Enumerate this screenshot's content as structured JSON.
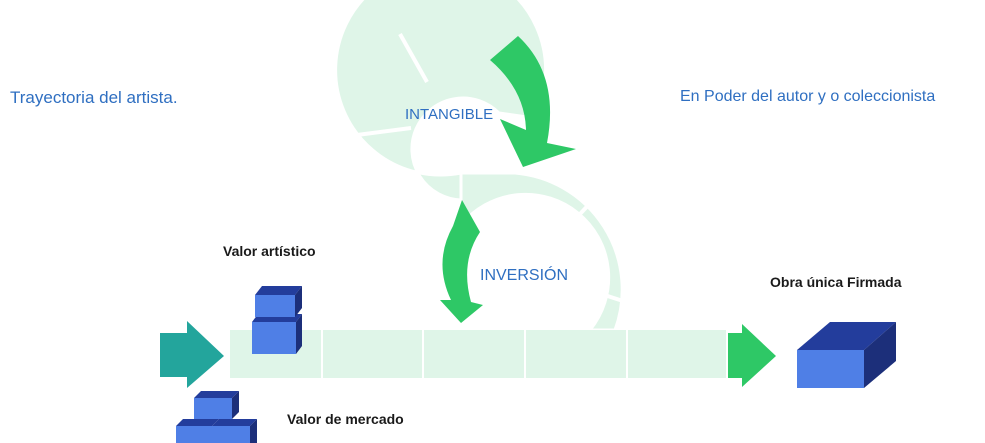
{
  "labels": {
    "trayectoria": "Trayectoria del artista.",
    "poder": "En Poder del autor  y o coleccionista",
    "intangible": "INTANGIBLE",
    "inversion": "INVERSIÓN",
    "valor_artistico": "Valor artístico",
    "valor_mercado": "Valor de mercado",
    "obra_unica": "Obra única Firmada"
  },
  "colors": {
    "track": "#dff5e8",
    "track_edge": "#ffffff",
    "green_arrow": "#2ec866",
    "teal_arrow": "#23a59c",
    "cube_front": "#4f7fe6",
    "cube_top": "#233d9c",
    "cube_side": "#1c2f7a",
    "text_blue": "#2f6fc1"
  },
  "icons": {
    "entry_arrow": "teal-arrow-right",
    "exit_arrow": "green-arrow-right",
    "loop_arrows": "curved-arrow"
  }
}
